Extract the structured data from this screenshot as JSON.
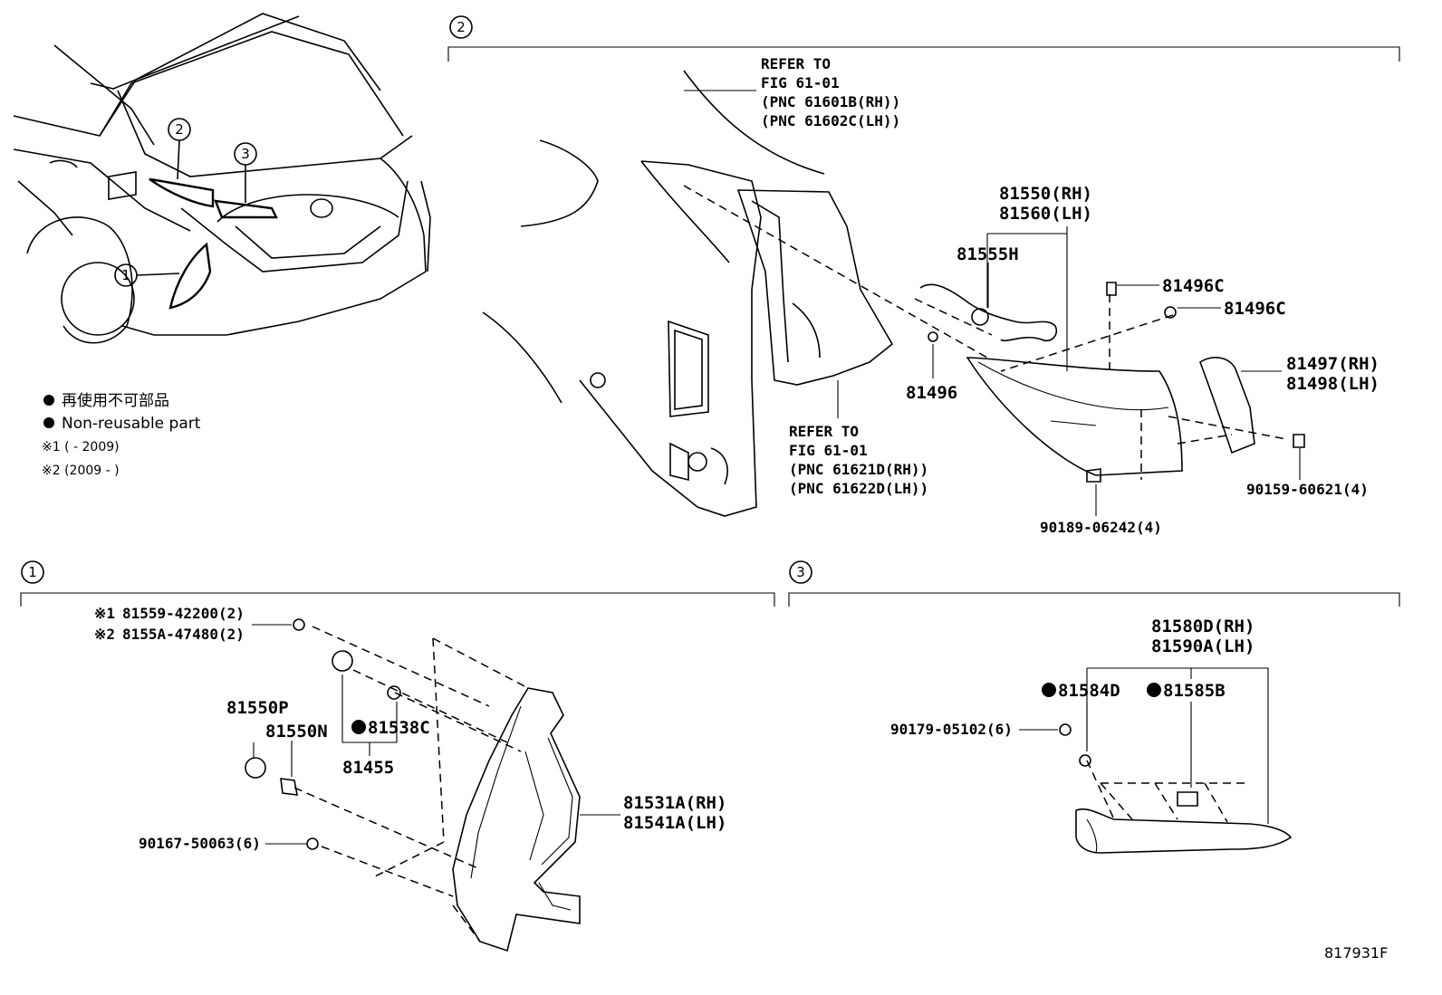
{
  "callouts": {
    "c1": "1",
    "c2": "2",
    "c3": "3"
  },
  "section2": {
    "refer_top": [
      "REFER TO",
      "FIG 61-01",
      "(PNC 61601B(RH))",
      "(PNC 61602C(LH))"
    ],
    "refer_bottom": [
      "REFER TO",
      "FIG 61-01",
      "(PNC 61621D(RH))",
      "(PNC 61622D(LH))"
    ],
    "parts": {
      "p81550": "81550(RH)",
      "p81560": "81560(LH)",
      "p81555h": "81555H",
      "p81496c_a": "81496C",
      "p81496c_b": "81496C",
      "p81496": "81496",
      "p81497": "81497(RH)",
      "p81498": "81498(LH)",
      "p90159": "90159-60621(4)",
      "p90189": "90189-06242(4)"
    }
  },
  "section1": {
    "parts": {
      "p81559": "81559-42200(2)",
      "p8155a": "8155A-47480(2)",
      "mark1": "※1",
      "mark2": "※2",
      "p81550p": "81550P",
      "p81550n": "81550N",
      "p81538c": "81538C",
      "p81455": "81455",
      "p81531a": "81531A(RH)",
      "p81541a": "81541A(LH)",
      "p90167": "90167-50063(6)"
    }
  },
  "section3": {
    "parts": {
      "p81580d": "81580D(RH)",
      "p81590a": "81590A(LH)",
      "p81584d": "81584D",
      "p81585b": "81585B",
      "p90179": "90179-05102(6)"
    }
  },
  "legend": {
    "jp": "再使用不可部品",
    "en": "Non-reusable part",
    "note1": "※1 (    - 2009)",
    "note2": "※2 (2009 -    )"
  },
  "diagram_id": "817931F"
}
